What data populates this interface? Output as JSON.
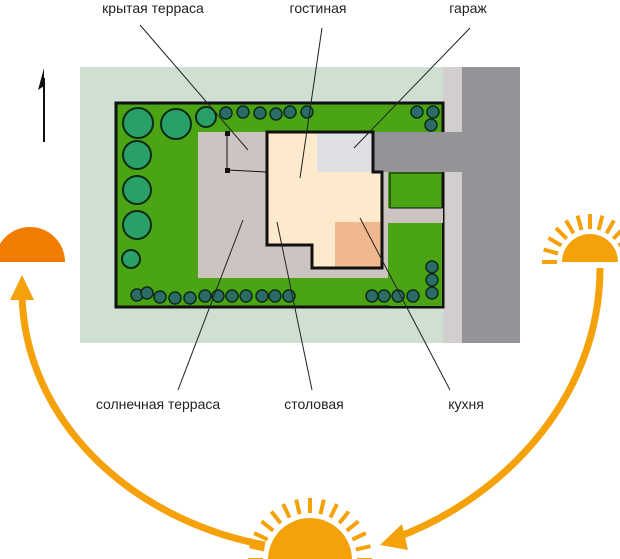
{
  "labels": {
    "covered_terrace": "крытая терраса",
    "living_room": "гостиная",
    "garage": "гараж",
    "sun_terrace": "солнечная терраса",
    "dining_room": "столовая",
    "kitchen": "кухня"
  },
  "colors": {
    "lawn": "#4aa414",
    "yard": "#cfe0d2",
    "terrace": "#cdc4c2",
    "house": "#fde9cc",
    "garage": "#dfe0e3",
    "kitchen": "#f0b88e",
    "road": "#939398",
    "sidewalk": "#d2cecd",
    "sun": "#f5a10a",
    "sun_dark": "#f07d00"
  },
  "icons": [
    "north-arrow-icon",
    "sun-icon",
    "tree-icon"
  ]
}
